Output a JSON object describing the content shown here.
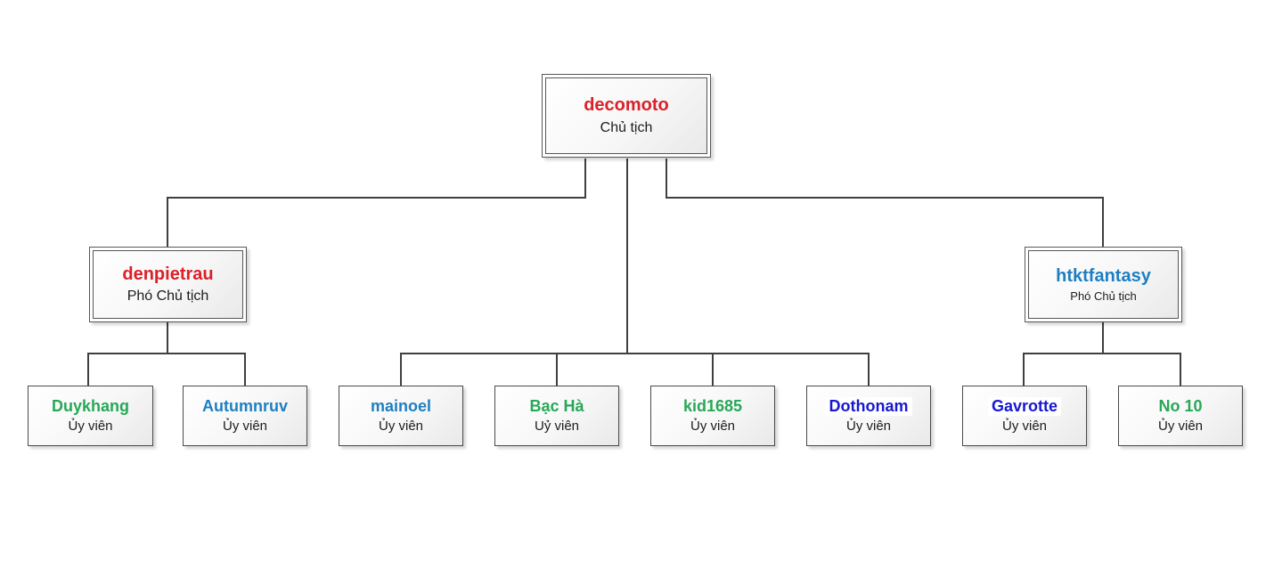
{
  "org_chart": {
    "root": {
      "name": "decomoto",
      "title": "Chủ tịch",
      "name_color": "#da2128"
    },
    "vice": [
      {
        "name": "denpietrau",
        "title": "Phó Chủ tịch",
        "name_color": "#da2128"
      },
      {
        "name": "htktfantasy",
        "title": "Phó Chủ tịch",
        "name_color": "#1d7fc1"
      }
    ],
    "members": [
      {
        "name": "Duykhang",
        "title": "Ủy viên",
        "name_color": "#27a857"
      },
      {
        "name": "Autumnruv",
        "title": "Ủy viên",
        "name_color": "#1d7fc1"
      },
      {
        "name": "mainoel",
        "title": "Ủy viên",
        "name_color": "#1d7fc1"
      },
      {
        "name": "Bạc Hà",
        "title": "Uỷ viên",
        "name_color": "#27a857"
      },
      {
        "name": "kid1685",
        "title": "Ủy viên",
        "name_color": "#27a857"
      },
      {
        "name": "Dothonam",
        "title": "Ủy viên",
        "name_color": "#1717cf",
        "name_highlight": "#ffffff"
      },
      {
        "name": "Gavrotte",
        "title": "Ủy viên",
        "name_color": "#1717cf",
        "name_highlight": "#ffffff"
      },
      {
        "name": "No 10",
        "title": "Ủy viên",
        "name_color": "#27a857"
      }
    ],
    "line_color": "#3f3f3f",
    "box_border_color": "#4a4a4a",
    "background_color": "#ffffff"
  }
}
